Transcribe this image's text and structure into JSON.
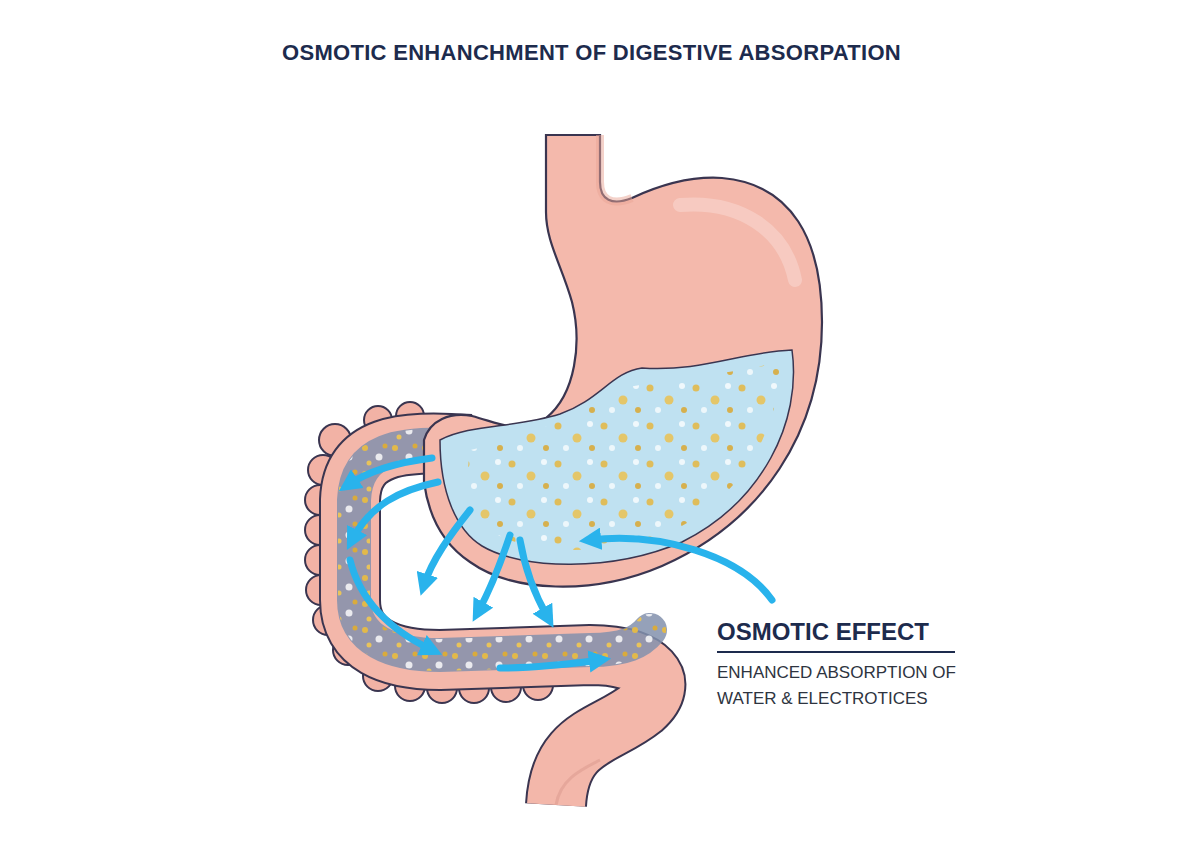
{
  "diagram": {
    "title": "OSMOTIC ENHANCHMENT OF DIGESTIVE ABSORPATION",
    "labels": [
      "OSMOTIC EFFECT",
      "ENHANCED ABSORPTION OF WATER & ELECTROTICES"
    ]
  }
}
